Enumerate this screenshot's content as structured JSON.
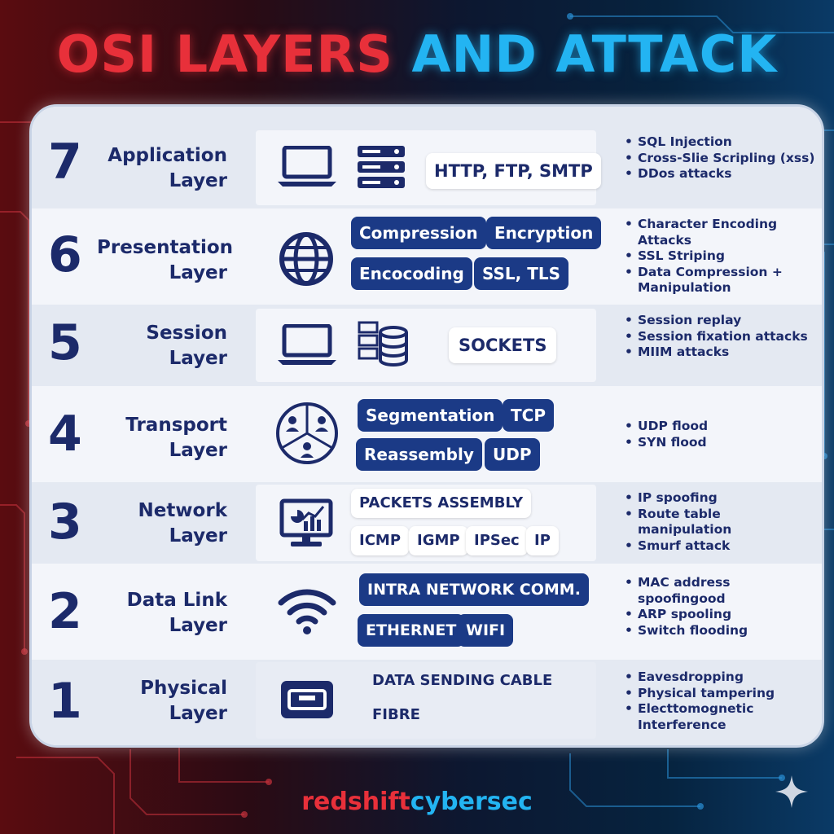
{
  "title": {
    "part1": "OSI LAYERS",
    "part2": "AND ATTACK"
  },
  "brand": {
    "part1": "redshift",
    "part2": "cybersec"
  },
  "colors": {
    "red": "#e8303a",
    "blue": "#23b4f2",
    "navy": "#1c2a6a",
    "chip": "#1b3a86"
  },
  "layers": [
    {
      "number": "7",
      "name_line1": "Application",
      "name_line2": "Layer",
      "icons": [
        "laptop-icon",
        "server-icon"
      ],
      "chips": [
        {
          "text": "HTTP, FTP, SMTP",
          "style": "light"
        }
      ],
      "attacks": [
        "SQL Injection",
        "Cross-Slie Scripling (xss)",
        "DDos attacks"
      ]
    },
    {
      "number": "6",
      "name_line1": "Presentation",
      "name_line2": "Layer",
      "icons": [
        "globe-icon"
      ],
      "chips": [
        {
          "text": "Compression",
          "style": "dark"
        },
        {
          "text": "Encryption",
          "style": "dark"
        },
        {
          "text": "Encocoding",
          "style": "dark"
        },
        {
          "text": "SSL, TLS",
          "style": "dark"
        }
      ],
      "attacks": [
        "Character Encoding Attacks",
        "SSL Striping",
        "Data Compression + Manipulation"
      ]
    },
    {
      "number": "5",
      "name_line1": "Session",
      "name_line2": "Layer",
      "icons": [
        "laptop-icon",
        "database-icon"
      ],
      "chips": [
        {
          "text": "SOCKETS",
          "style": "light"
        }
      ],
      "attacks": [
        "Session replay",
        "Session fixation attacks",
        "MIIM attacks"
      ]
    },
    {
      "number": "4",
      "name_line1": "Transport",
      "name_line2": "Layer",
      "icons": [
        "users-network-icon"
      ],
      "chips": [
        {
          "text": "Segmentation",
          "style": "dark"
        },
        {
          "text": "TCP",
          "style": "dark"
        },
        {
          "text": "Reassembly",
          "style": "dark"
        },
        {
          "text": "UDP",
          "style": "dark"
        }
      ],
      "attacks": [
        "UDP flood",
        "SYN flood"
      ]
    },
    {
      "number": "3",
      "name_line1": "Network",
      "name_line2": "Layer",
      "icons": [
        "monitor-chart-icon"
      ],
      "chips": [
        {
          "text": "PACKETS ASSEMBLY",
          "style": "light"
        },
        {
          "text": "ICMP",
          "style": "light"
        },
        {
          "text": "IGMP",
          "style": "light"
        },
        {
          "text": "IPSec",
          "style": "light"
        },
        {
          "text": "IP",
          "style": "light"
        }
      ],
      "attacks": [
        "IP spoofing",
        "Route table manipulation",
        "Smurf attack"
      ]
    },
    {
      "number": "2",
      "name_line1": "Data Link",
      "name_line2": "Layer",
      "icons": [
        "wifi-icon"
      ],
      "chips": [
        {
          "text": "INTRA NETWORK COMM.",
          "style": "dark"
        },
        {
          "text": "ETHERNET",
          "style": "dark"
        },
        {
          "text": "WIFI",
          "style": "dark"
        }
      ],
      "attacks": [
        "MAC address spoofingood",
        "ARP spooling",
        "Switch flooding"
      ]
    },
    {
      "number": "1",
      "name_line1": "Physical",
      "name_line2": "Layer",
      "icons": [
        "ethernet-port-icon"
      ],
      "chips": [
        {
          "text": "DATA SENDING CABLE",
          "style": "plain"
        },
        {
          "text": "FIBRE",
          "style": "plain"
        }
      ],
      "attacks": [
        "Eavesdropping",
        "Physical tampering",
        "Electtomognetic Interference"
      ]
    }
  ]
}
